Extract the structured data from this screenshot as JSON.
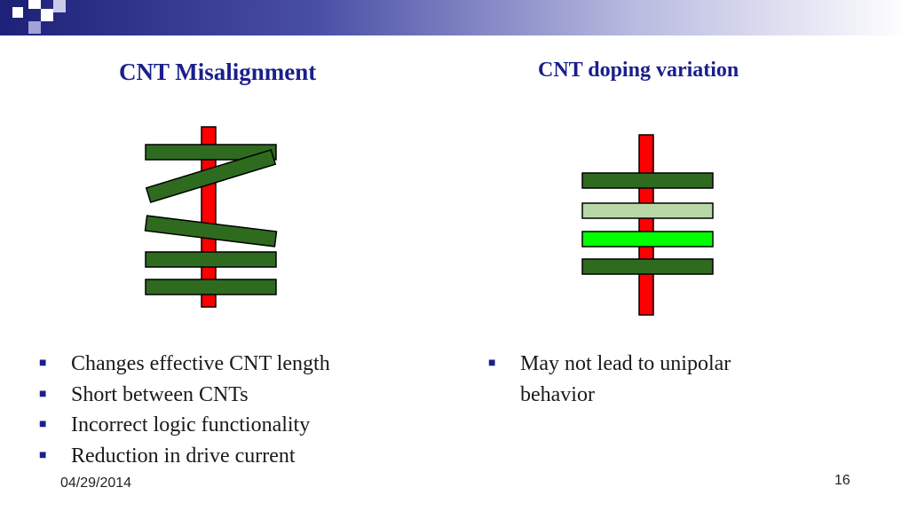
{
  "slide": {
    "left_title": "CNT Misalignment",
    "right_title": "CNT doping variation",
    "left_bullets": [
      "Changes effective CNT length",
      "Short between CNTs",
      "Incorrect logic functionality",
      "Reduction in drive current"
    ],
    "right_bullets": [
      "May not lead to unipolar behavior"
    ],
    "bullet_glyph": "■",
    "date": "04/29/2014",
    "page_number": "16"
  },
  "colors": {
    "title": "#1a1f8c",
    "gate_red": "#ff0000",
    "cnt_dark_green": "#2e6b1f",
    "cnt_light_green": "#b8d8a8",
    "cnt_bright_green": "#00ff00",
    "header_navy": "#1e2178"
  },
  "icons": {
    "bullet": "square-bullet-icon"
  }
}
